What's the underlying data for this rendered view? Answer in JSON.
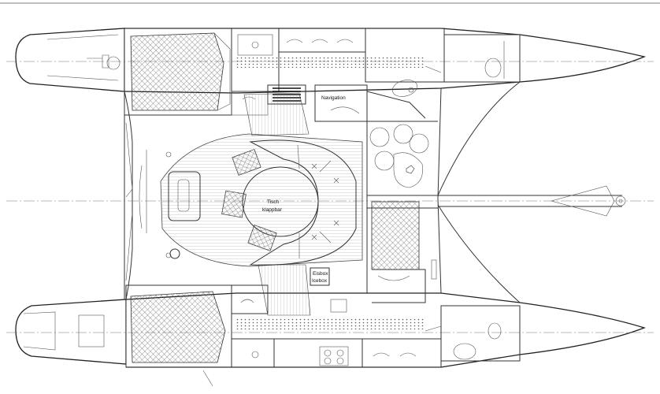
{
  "labels": {
    "navigation": "Navigation",
    "table_de": "Tisch",
    "table_de2": "klappbar",
    "icebox_de": "Eisbox",
    "icebox_en": "Icebox"
  }
}
